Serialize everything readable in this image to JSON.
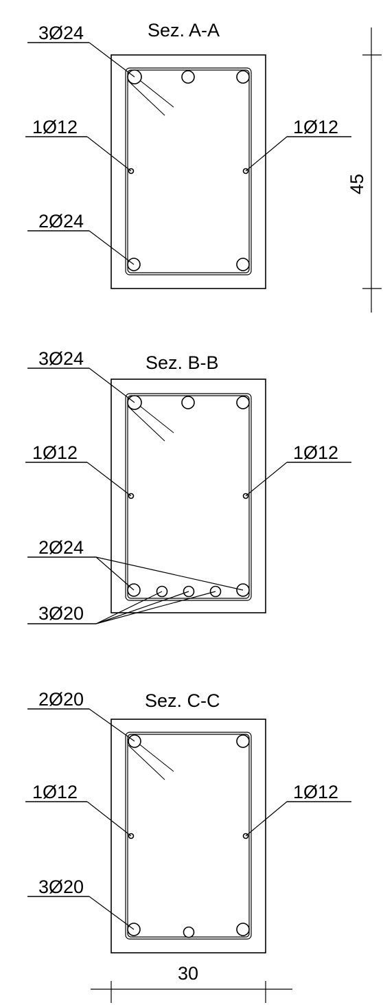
{
  "sections": [
    {
      "title": "Sez. A-A",
      "labels": {
        "top": "3Ø24",
        "left_mid": "1Ø12",
        "right_mid": "1Ø12",
        "bottom": "2Ø24"
      }
    },
    {
      "title": "Sez. B-B",
      "labels": {
        "top": "3Ø24",
        "left_mid": "1Ø12",
        "right_mid": "1Ø12",
        "bottom": "2Ø24",
        "bottom_extra": "3Ø20"
      }
    },
    {
      "title": "Sez. C-C",
      "labels": {
        "top": "2Ø20",
        "left_mid": "1Ø12",
        "right_mid": "1Ø12",
        "bottom": "3Ø20"
      }
    }
  ],
  "dimensions": {
    "height": "45",
    "width": "30"
  }
}
